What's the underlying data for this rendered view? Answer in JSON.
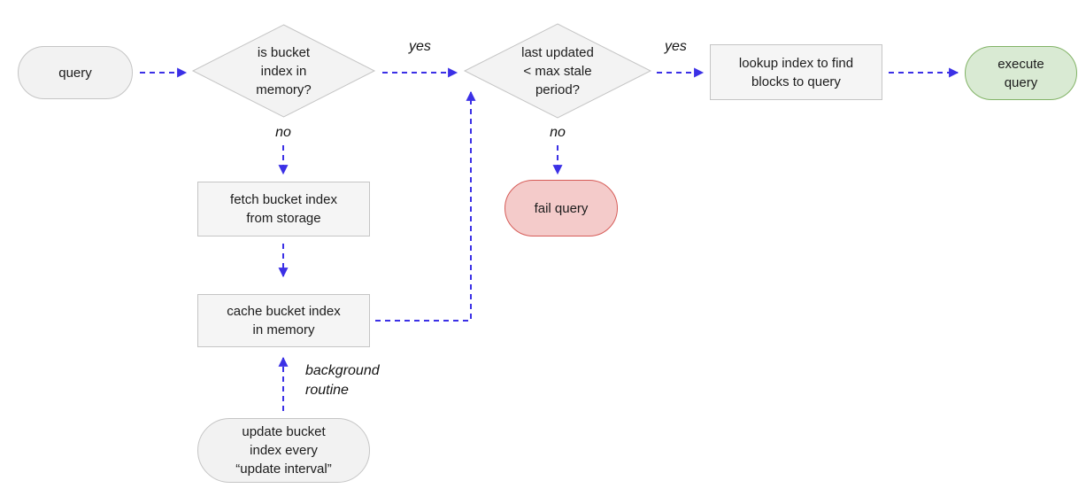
{
  "diagram": {
    "nodes": {
      "query": {
        "label": "query",
        "shape": "terminal"
      },
      "memory_check": {
        "label": "is bucket\nindex in\nmemory?",
        "shape": "decision"
      },
      "stale_check": {
        "label": "last updated\n< max stale\nperiod?",
        "shape": "decision"
      },
      "lookup_index": {
        "label": "lookup index to find\nblocks to query",
        "shape": "process"
      },
      "execute_query": {
        "label": "execute\nquery",
        "shape": "terminal"
      },
      "fail_query": {
        "label": "fail query",
        "shape": "terminal"
      },
      "fetch_bucket_index": {
        "label": "fetch bucket index\nfrom storage",
        "shape": "process"
      },
      "cache_bucket_index": {
        "label": "cache bucket index\nin memory",
        "shape": "process"
      },
      "update_bucket_index": {
        "label": "update bucket\nindex every\n“update interval”",
        "shape": "terminal"
      }
    },
    "edge_labels": {
      "memory_yes": "yes",
      "memory_no": "no",
      "stale_yes": "yes",
      "stale_no": "no",
      "background_routine": "background\nroutine"
    },
    "colors": {
      "arrow": "#3b30e6",
      "neutral_fill": "#f4f4f4",
      "neutral_border": "#c5c5c5",
      "success_fill": "#d9ead3",
      "success_border": "#82b366",
      "failure_fill": "#f4cbca",
      "failure_border": "#d65c58",
      "text": "#1c1c1c",
      "background": "#ffffff"
    }
  }
}
